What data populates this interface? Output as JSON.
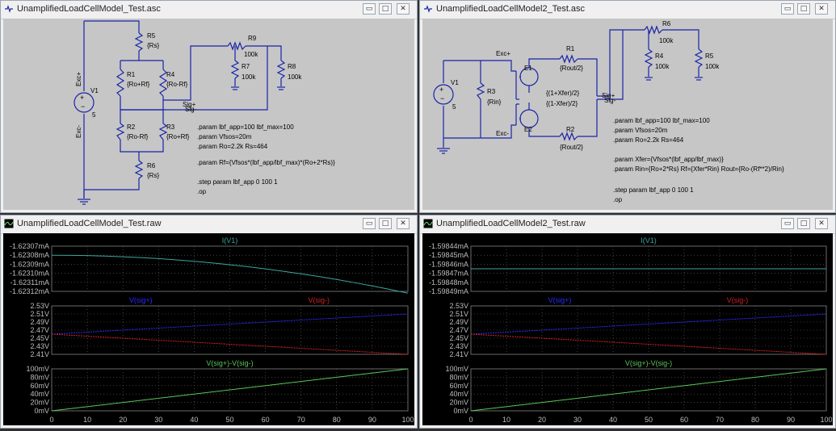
{
  "schematic1": {
    "title": "UnamplifiedLoadCellModel_Test.asc",
    "labels": {
      "R5": "R5",
      "R5v": "{Rs}",
      "R1": "R1",
      "R1v": "{Ro+Rf}",
      "R4": "R4",
      "R4v": "{Ro-Rf}",
      "R2": "R2",
      "R2v": "{Ro-Rf}",
      "R3": "R3",
      "R3v": "{Ro+Rf}",
      "R6": "R6",
      "R6v": "{Rs}",
      "R9": "R9",
      "R9v": "100k",
      "R7": "R7",
      "R7v": "100k",
      "R8": "R8",
      "R8v": "100k",
      "V1": "V1",
      "V1v": "5",
      "excp": "Exc+",
      "excm": "Exc-",
      "sigp": "Sig+",
      "sigm": "Sig-"
    },
    "directives": [
      ".param lbf_app=100 lbf_max=100",
      ".param Vfsos=20m",
      ".param Ro=2.2k Rs=464",
      "",
      ".param Rf={Vfsos*(lbf_app/lbf_max)*(Ro+2*Rs)}",
      "",
      ".step param lbf_app 0 100 1",
      ".op"
    ]
  },
  "schematic2": {
    "title": "UnamplifiedLoadCellModel2_Test.asc",
    "labels": {
      "R1": "R1",
      "R1v": "{Rout/2}",
      "R2": "R2",
      "R2v": "{Rout/2}",
      "R3": "R3",
      "R3v": "{Rin}",
      "R4": "R4",
      "R4v": "100k",
      "R5": "R5",
      "R5v": "100k",
      "R6": "R6",
      "R6v": "100k",
      "V1": "V1",
      "V1v": "5",
      "E1": "E1",
      "E2": "E2",
      "E1v": "{(1+Xfer)/2}",
      "E2v": "{(1-Xfer)/2}",
      "excp": "Exc+",
      "excm": "Exc-",
      "sigp": "Sig+",
      "sigm": "Sig-"
    },
    "directives": [
      ".param lbf_app=100 lbf_max=100",
      ".param Vfsos=20m",
      ".param Ro=2.2k Rs=464",
      "",
      ".param Xfer={Vfsos*(lbf_app/lbf_max)}",
      ".param Rin={Ro+2*Rs} Rf={Xfer*Rin} Rout={Ro-(Rf**2)/Rin}",
      "",
      ".step param lbf_app 0 100 1",
      ".op"
    ]
  },
  "waveform1": {
    "title": "UnamplifiedLoadCellModel_Test.raw",
    "pane1_trace": "I(V1)",
    "pane1_ticks": [
      "-1.62307mA",
      "-1.62308mA",
      "-1.62309mA",
      "-1.62310mA",
      "-1.62311mA",
      "-1.62312mA"
    ],
    "pane2_trace_a": "V(sig+)",
    "pane2_trace_b": "V(sig-)",
    "pane2_ticks": [
      "2.53V",
      "2.51V",
      "2.49V",
      "2.47V",
      "2.45V",
      "2.43V",
      "2.41V"
    ],
    "pane3_trace": "V(sig+)-V(sig-)",
    "pane3_ticks": [
      "100mV",
      "80mV",
      "60mV",
      "40mV",
      "20mV",
      "0mV"
    ],
    "x_ticks": [
      "0",
      "10",
      "20",
      "30",
      "40",
      "50",
      "60",
      "70",
      "80",
      "90",
      "100"
    ]
  },
  "waveform2": {
    "title": "UnamplifiedLoadCellModel2_Test.raw",
    "pane1_trace": "I(V1)",
    "pane1_ticks": [
      "-1.59844mA",
      "-1.59845mA",
      "-1.59846mA",
      "-1.59847mA",
      "-1.59848mA",
      "-1.59849mA"
    ],
    "pane2_trace_a": "V(sig+)",
    "pane2_trace_b": "V(sig-)",
    "pane2_ticks": [
      "2.53V",
      "2.51V",
      "2.49V",
      "2.47V",
      "2.45V",
      "2.43V",
      "2.41V"
    ],
    "pane3_trace": "V(sig+)-V(sig-)",
    "pane3_ticks": [
      "100mV",
      "80mV",
      "60mV",
      "40mV",
      "20mV",
      "0mV"
    ],
    "x_ticks": [
      "0",
      "10",
      "20",
      "30",
      "40",
      "50",
      "60",
      "70",
      "80",
      "90",
      "100"
    ]
  },
  "window_buttons": {
    "minimize": "▭",
    "maximize": "□",
    "close": "✕"
  },
  "colors": {
    "schematic_bg": "#c6c6c6",
    "wire": "#1a24a8",
    "plot_bg": "#000000",
    "grid": "#6a6a6a",
    "trace_current": "#3aa6a0",
    "trace_sigp": "#2a2aff",
    "trace_sigm": "#d42020",
    "trace_diff": "#57c957"
  },
  "traces": {
    "w1_current": [
      -1.62308,
      -1.623122
    ],
    "w2_current": [
      -1.598465,
      -1.598465
    ],
    "sigp": [
      2.46,
      2.51
    ],
    "sigm": [
      2.46,
      2.41
    ],
    "diff_mV": [
      0,
      100
    ]
  }
}
